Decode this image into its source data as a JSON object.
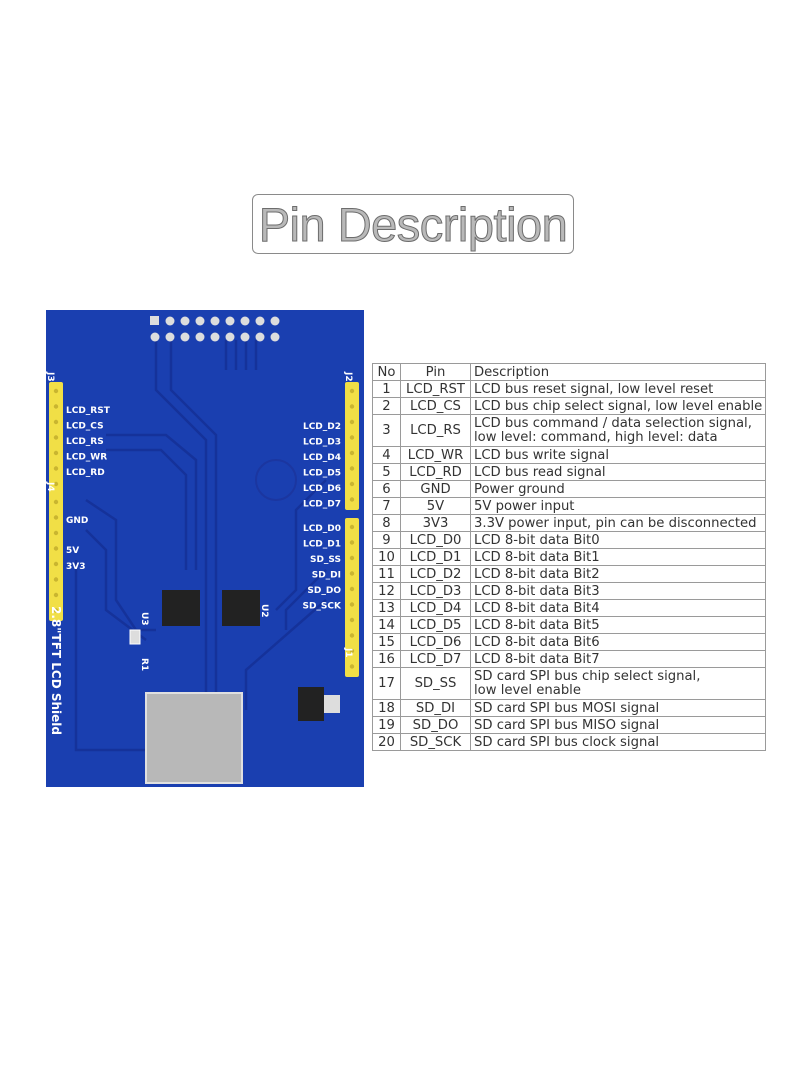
{
  "title": "Pin Description",
  "board": {
    "name": "2.8\"TFT LCD Shield",
    "connectors": {
      "j1": "J1",
      "j2": "J2",
      "j3": "J3",
      "j4": "J4"
    },
    "chips": {
      "u2": "U2",
      "u3": "U3",
      "r1": "R1"
    },
    "left_labels": [
      "LCD_RST",
      "LCD_CS",
      "LCD_RS",
      "LCD_WR",
      "LCD_RD"
    ],
    "power_labels": [
      "GND",
      "5V",
      "3V3"
    ],
    "right_labels_top": [
      "LCD_D2",
      "LCD_D3",
      "LCD_D4",
      "LCD_D5",
      "LCD_D6",
      "LCD_D7"
    ],
    "right_labels_bottom": [
      "LCD_D0",
      "LCD_D1",
      "SD_SS",
      "SD_DI",
      "SD_DO",
      "SD_SCK"
    ],
    "colors": {
      "pcb": "#1a3fb0",
      "trace": "#1b36a0",
      "header": "#f1df46",
      "silk": "#ffffff"
    }
  },
  "table": {
    "headers": [
      "No",
      "Pin",
      "Description"
    ],
    "rows": [
      {
        "no": "1",
        "pin": "LCD_RST",
        "desc": "LCD bus reset signal, low level reset"
      },
      {
        "no": "2",
        "pin": "LCD_CS",
        "desc": "LCD bus chip select signal, low level enable"
      },
      {
        "no": "3",
        "pin": "LCD_RS",
        "desc": "LCD bus command / data selection signal,",
        "desc2": "low level: command, high level: data"
      },
      {
        "no": "4",
        "pin": "LCD_WR",
        "desc": "LCD bus write signal"
      },
      {
        "no": "5",
        "pin": "LCD_RD",
        "desc": "LCD bus read signal"
      },
      {
        "no": "6",
        "pin": "GND",
        "desc": "Power ground"
      },
      {
        "no": "7",
        "pin": "5V",
        "desc": "5V power input"
      },
      {
        "no": "8",
        "pin": "3V3",
        "desc": "3.3V power input, pin can be disconnected"
      },
      {
        "no": "9",
        "pin": "LCD_D0",
        "desc": "LCD 8-bit data Bit0"
      },
      {
        "no": "10",
        "pin": "LCD_D1",
        "desc": "LCD 8-bit data Bit1"
      },
      {
        "no": "11",
        "pin": "LCD_D2",
        "desc": "LCD 8-bit data Bit2"
      },
      {
        "no": "12",
        "pin": "LCD_D3",
        "desc": "LCD 8-bit data Bit3"
      },
      {
        "no": "13",
        "pin": "LCD_D4",
        "desc": "LCD 8-bit data Bit4"
      },
      {
        "no": "14",
        "pin": "LCD_D5",
        "desc": "LCD 8-bit data Bit5"
      },
      {
        "no": "15",
        "pin": "LCD_D6",
        "desc": "LCD 8-bit data Bit6"
      },
      {
        "no": "16",
        "pin": "LCD_D7",
        "desc": "LCD 8-bit data Bit7"
      },
      {
        "no": "17",
        "pin": "SD_SS",
        "desc": "SD card SPI bus chip select signal,",
        "desc2": "low level enable"
      },
      {
        "no": "18",
        "pin": "SD_DI",
        "desc": "SD card SPI bus MOSI signal"
      },
      {
        "no": "19",
        "pin": "SD_DO",
        "desc": "SD card SPI bus MISO signal"
      },
      {
        "no": "20",
        "pin": "SD_SCK",
        "desc": "SD card SPI bus clock signal"
      }
    ]
  }
}
